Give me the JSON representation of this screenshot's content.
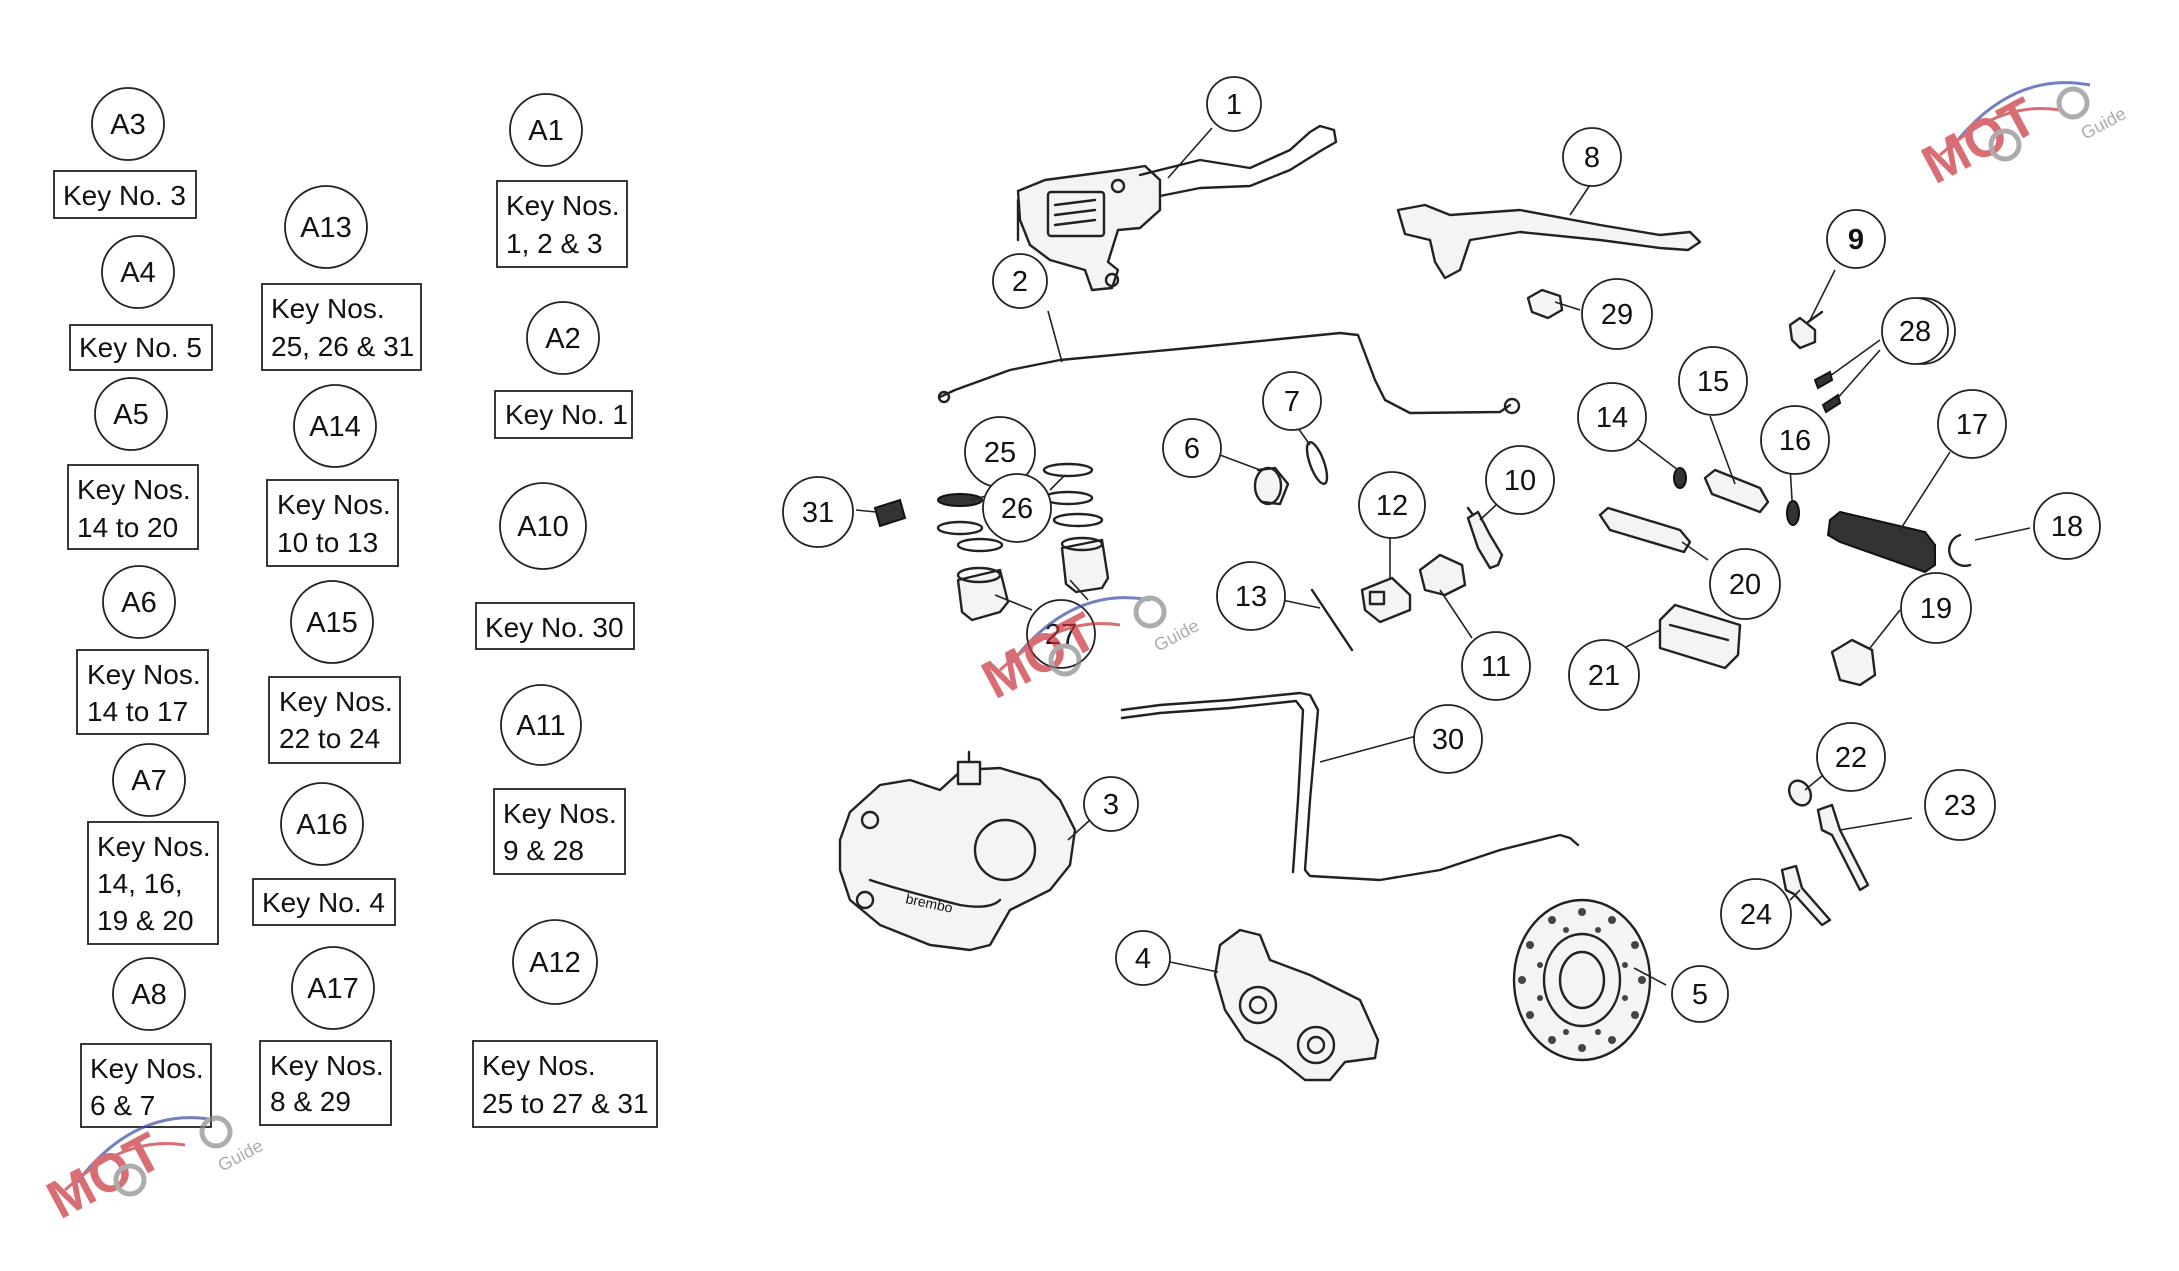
{
  "legend": {
    "A3": {
      "tag": "A3",
      "lines": [
        "Key No. 3"
      ]
    },
    "A4": {
      "tag": "A4",
      "lines": [
        "Key No. 5"
      ]
    },
    "A5": {
      "tag": "A5",
      "lines": [
        "Key Nos.",
        "14 to 20"
      ]
    },
    "A6": {
      "tag": "A6",
      "lines": [
        "Key Nos.",
        "14 to 17"
      ]
    },
    "A7": {
      "tag": "A7",
      "lines": [
        "Key Nos.",
        "14, 16,",
        "19 & 20"
      ]
    },
    "A8": {
      "tag": "A8",
      "lines": [
        "Key Nos.",
        "6 & 7"
      ]
    },
    "A13": {
      "tag": "A13",
      "lines": [
        "Key Nos.",
        "25, 26 & 31"
      ]
    },
    "A14": {
      "tag": "A14",
      "lines": [
        "Key Nos.",
        "10 to 13"
      ]
    },
    "A15": {
      "tag": "A15",
      "lines": [
        "Key Nos.",
        "22 to 24"
      ]
    },
    "A16": {
      "tag": "A16",
      "lines": [
        "Key No. 4"
      ]
    },
    "A17": {
      "tag": "A17",
      "lines": [
        "Key Nos.",
        "8 & 29"
      ]
    },
    "A1": {
      "tag": "A1",
      "lines": [
        "Key Nos.",
        "1, 2 & 3"
      ]
    },
    "A2": {
      "tag": "A2",
      "lines": [
        "Key No. 1"
      ]
    },
    "A10": {
      "tag": "A10",
      "lines": [
        "Key No. 30"
      ]
    },
    "A11": {
      "tag": "A11",
      "lines": [
        "Key Nos.",
        "9 & 28"
      ]
    },
    "A12": {
      "tag": "A12",
      "lines": [
        "Key Nos.",
        "25 to 27 & 31"
      ]
    }
  },
  "callouts": [
    "1",
    "2",
    "3",
    "4",
    "5",
    "6",
    "7",
    "8",
    "9",
    "10",
    "11",
    "12",
    "13",
    "14",
    "15",
    "16",
    "17",
    "18",
    "19",
    "20",
    "21",
    "22",
    "23",
    "24",
    "25",
    "26",
    "27",
    "28",
    "29",
    "30",
    "31"
  ],
  "watermark": {
    "text": "MOTO",
    "sub": "Guide",
    "colors": {
      "red": "#c8323a",
      "blue": "#3a4aa8",
      "gray": "#8a8a8a"
    }
  }
}
